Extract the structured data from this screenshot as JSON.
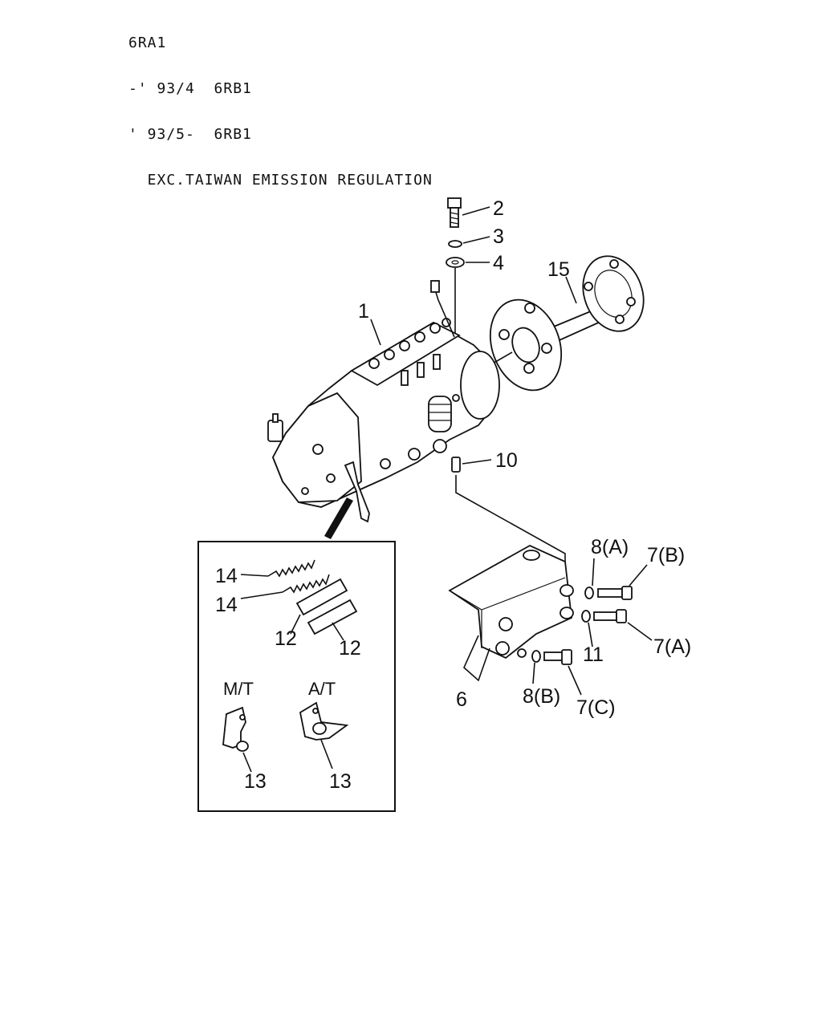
{
  "header": {
    "line1": "6RA1",
    "line2": "-' 93/4  6RB1",
    "line3": "' 93/5-  6RB1",
    "line4": "  EXC.TAIWAN EMISSION REGULATION"
  },
  "callouts": {
    "c1": "1",
    "c2": "2",
    "c3": "3",
    "c4": "4",
    "c6": "6",
    "c7a": "7(A)",
    "c7b": "7(B)",
    "c7c": "7(C)",
    "c8a": "8(A)",
    "c8b": "8(B)",
    "c10": "10",
    "c11": "11",
    "c12a": "12",
    "c12b": "12",
    "c13a": "13",
    "c13b": "13",
    "c14a": "14",
    "c14b": "14",
    "c15": "15"
  },
  "inset": {
    "mt_label": "M/T",
    "at_label": "A/T"
  }
}
